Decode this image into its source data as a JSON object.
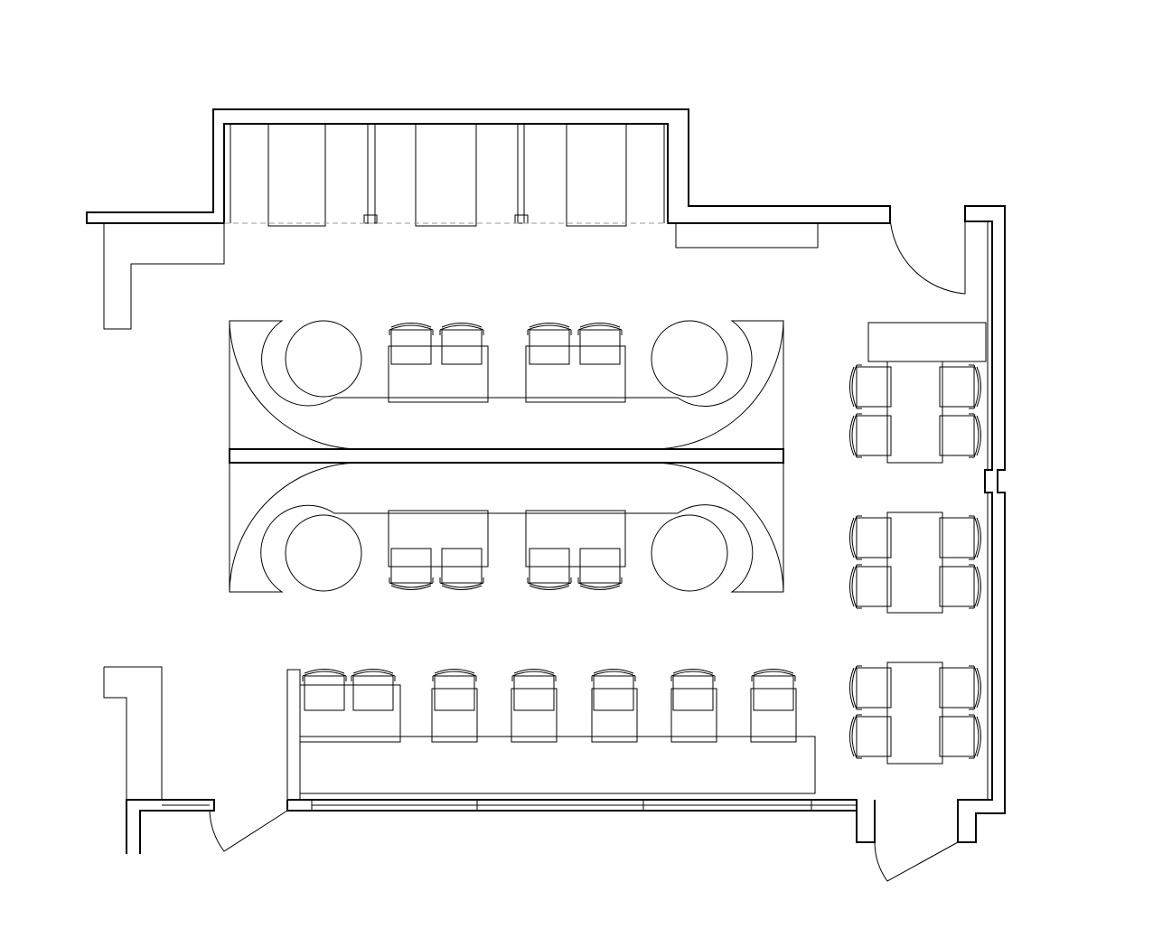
{
  "colors": {
    "line": "#000000",
    "background": "#ffffff",
    "dashed": "#999999"
  },
  "plan": {
    "booth_tables": 4,
    "round_tables": 4,
    "side_tables": 3,
    "bar_stools": 7
  }
}
